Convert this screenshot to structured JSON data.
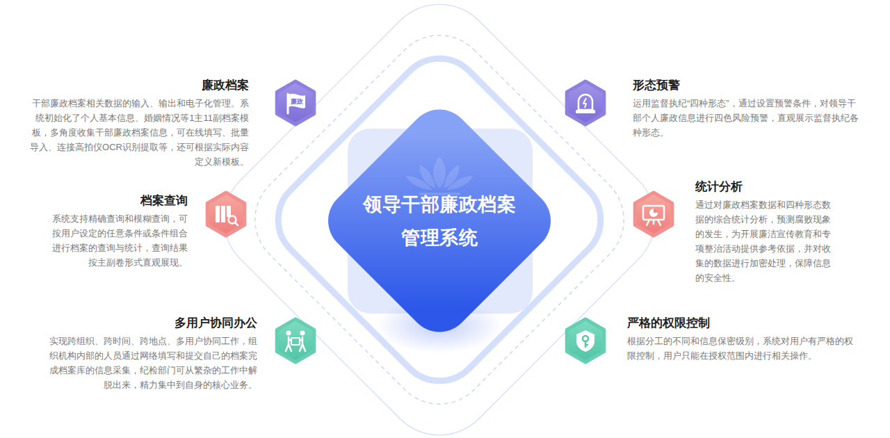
{
  "diagram": {
    "nodes": [
      {
        "text": [
          "领导干部廉政档案管理系统"
        ]
      },
      {
        "text": [
          "廉政档案",
          "干部廉政档案相关数据的输入、输出和电子化管理。系统初始化了个人基本信息、婚姻情况等1主11副档案模板，多角度收集干部廉政档案信息，可在线填写、批量导入、连接高拍仪OCR识别提取等，还可根据实际内容定义新模板。"
        ]
      },
      {
        "text": [
          "形态预警",
          "运用监督执纪“四种形态”，通过设置预警条件，对领导干部个人廉政信息进行四色风险预警，直观展示监督执纪各种形态。"
        ]
      },
      {
        "text": [
          "档案查询",
          "系统支持精确查询和模糊查询，可按用户设定的任意条件或条件组合进行档案的查询与统计，查询结果按主副卷形式直观展现。"
        ]
      },
      {
        "text": [
          "统计分析",
          "通过对廉政档案数据和四种形态数据的综合统计分析，预测腐败现象的发生，为开展廉洁宣传教育和专项整治活动提供参考依据，并对收集的数据进行加密处理，保障信息的安全性。"
        ]
      },
      {
        "text": [
          "多用户协同办公",
          "实现跨组织、跨时间、跨地点、多用户协同工作，组织机构内部的人员通过网络填写和提交自己的档案完成档案库的信息采集，纪检部门可从繁杂的工作中解脱出来，精力集中到自身的核心业务。"
        ]
      },
      {
        "text": [
          "严格的权限控制",
          "根据分工的不同和信息保密级别，系统对用户有严格的权限控制，用户只能在授权范围内进行相关操作。"
        ]
      }
    ],
    "labels": [
      "廉政"
    ]
  }
}
